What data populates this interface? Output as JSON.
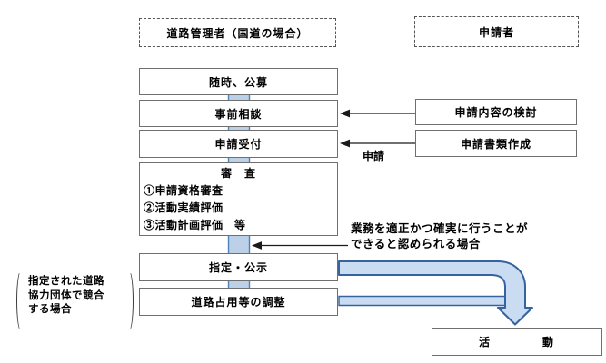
{
  "headers": {
    "road_admin": "道路管理者（国道の場合）",
    "applicant": "申請者"
  },
  "process": {
    "open_call": "随時、公募",
    "prior_consultation": "事前相談",
    "application_reception": "申請受付",
    "review": {
      "title": "審　査",
      "items": [
        "①申請資格審査",
        "②活動実績評価",
        "③活動計画評価　等"
      ]
    },
    "designation": "指定・公示",
    "coordination": "道路占用等の調整",
    "activity": "活　　　　動"
  },
  "applicant_side": {
    "consider_contents": "申請内容の検討",
    "prepare_documents": "申請書類作成"
  },
  "labels": {
    "application": "申請",
    "condition_line1": "業務を適正かつ確実に行うことが",
    "condition_line2": "できると認められる場合",
    "bracket_note": [
      "指定された道路",
      "協力団体で競合",
      "する場合"
    ]
  },
  "colors": {
    "connector_fill": "#bcd0e8",
    "connector_border": "#4f81bd",
    "big_arrow_fill": "#c9dcf2",
    "big_arrow_border": "#36629e",
    "line_color": "#1a1a1a"
  }
}
